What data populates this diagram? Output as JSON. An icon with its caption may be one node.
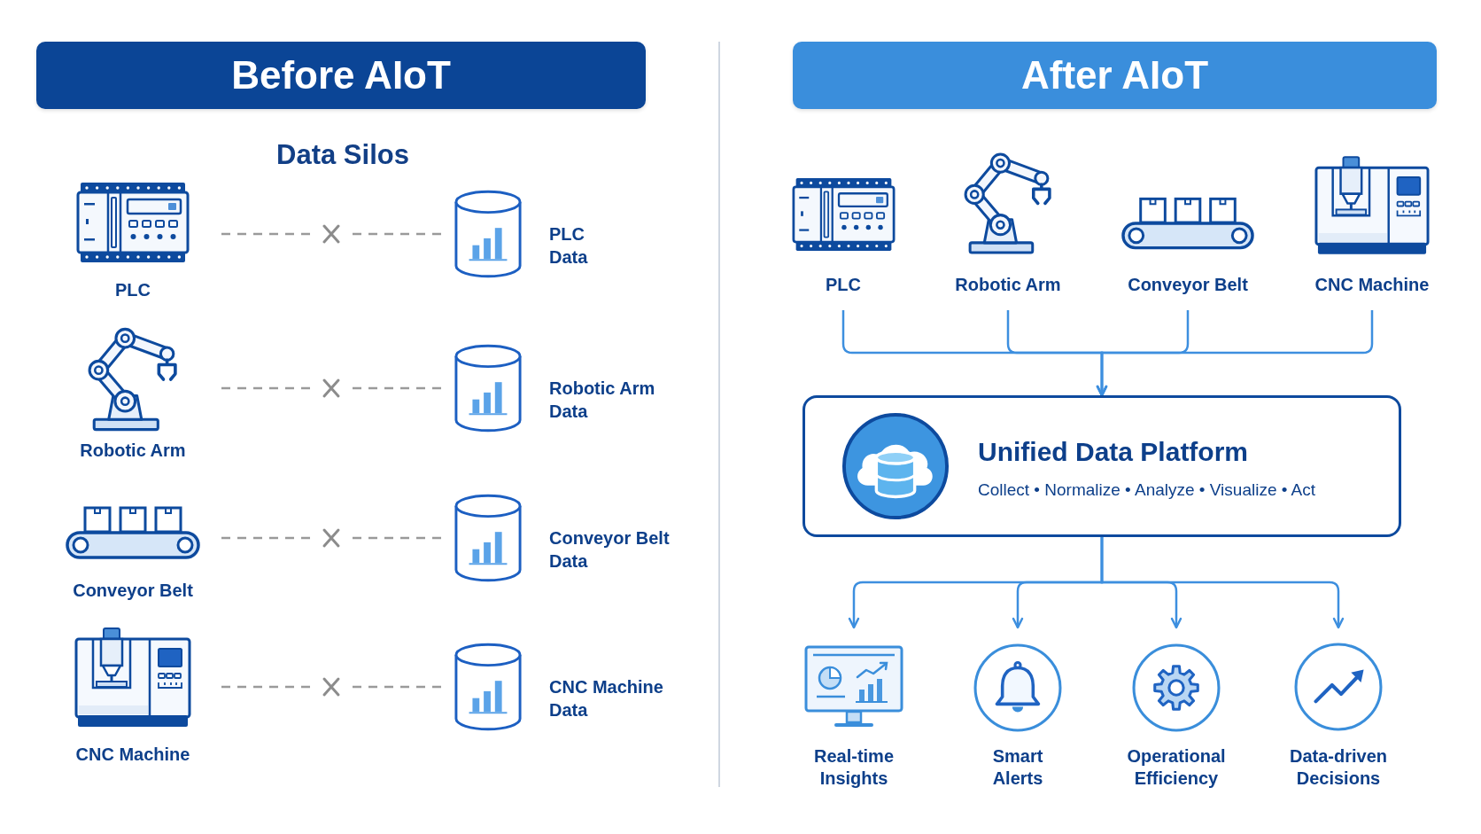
{
  "diagram": {
    "nodes": [
      {
        "text": [
          "Before AIoT"
        ]
      },
      {
        "text": [
          "PLC"
        ]
      },
      {
        "text": [
          "PLC Data"
        ]
      },
      {
        "text": [
          "Robotic Arm"
        ]
      },
      {
        "text": [
          "Robotic Arm Data"
        ]
      },
      {
        "text": [
          "Conveyor Belt"
        ]
      },
      {
        "text": [
          "Conveyor Belt Data"
        ]
      },
      {
        "text": [
          "CNC Machine"
        ]
      },
      {
        "text": [
          "CNC Machine Data"
        ]
      },
      {
        "text": [
          "After AIoT"
        ]
      },
      {
        "text": [
          "PLC"
        ]
      },
      {
        "text": [
          "Robotic Arm"
        ]
      },
      {
        "text": [
          "Conveyor Belt"
        ]
      },
      {
        "text": [
          "CNC Machine"
        ]
      },
      {
        "text": [
          "Unified Data Platform",
          "Collect • Normalize • Analyze • Visualize • Act"
        ]
      },
      {
        "text": [
          "Real-time Insights"
        ]
      },
      {
        "text": [
          "Smart Alerts"
        ]
      },
      {
        "text": [
          "Operational Efficiency"
        ]
      },
      {
        "text": [
          "Data-driven Decisions"
        ]
      }
    ],
    "edges": [
      {
        "from": 1,
        "to": 2,
        "arrow": "none",
        "style": "dashed",
        "color": "#9a9a9a"
      },
      {
        "from": 3,
        "to": 4,
        "arrow": "none",
        "style": "dashed",
        "color": "#9a9a9a"
      },
      {
        "from": 5,
        "to": 6,
        "arrow": "none",
        "style": "dashed",
        "color": "#9a9a9a"
      },
      {
        "from": 7,
        "to": 8,
        "arrow": "none",
        "style": "dashed",
        "color": "#9a9a9a"
      },
      {
        "from": 10,
        "to": 14,
        "arrow": "to"
      },
      {
        "from": 11,
        "to": 14,
        "arrow": "to"
      },
      {
        "from": 12,
        "to": 14,
        "arrow": "to"
      },
      {
        "from": 13,
        "to": 14,
        "arrow": "to"
      },
      {
        "from": 14,
        "to": 15,
        "arrow": "to"
      },
      {
        "from": 14,
        "to": 16,
        "arrow": "to"
      },
      {
        "from": 14,
        "to": 17,
        "arrow": "to"
      },
      {
        "from": 14,
        "to": 18,
        "arrow": "to"
      }
    ],
    "labels": [
      "Data Silos"
    ]
  }
}
